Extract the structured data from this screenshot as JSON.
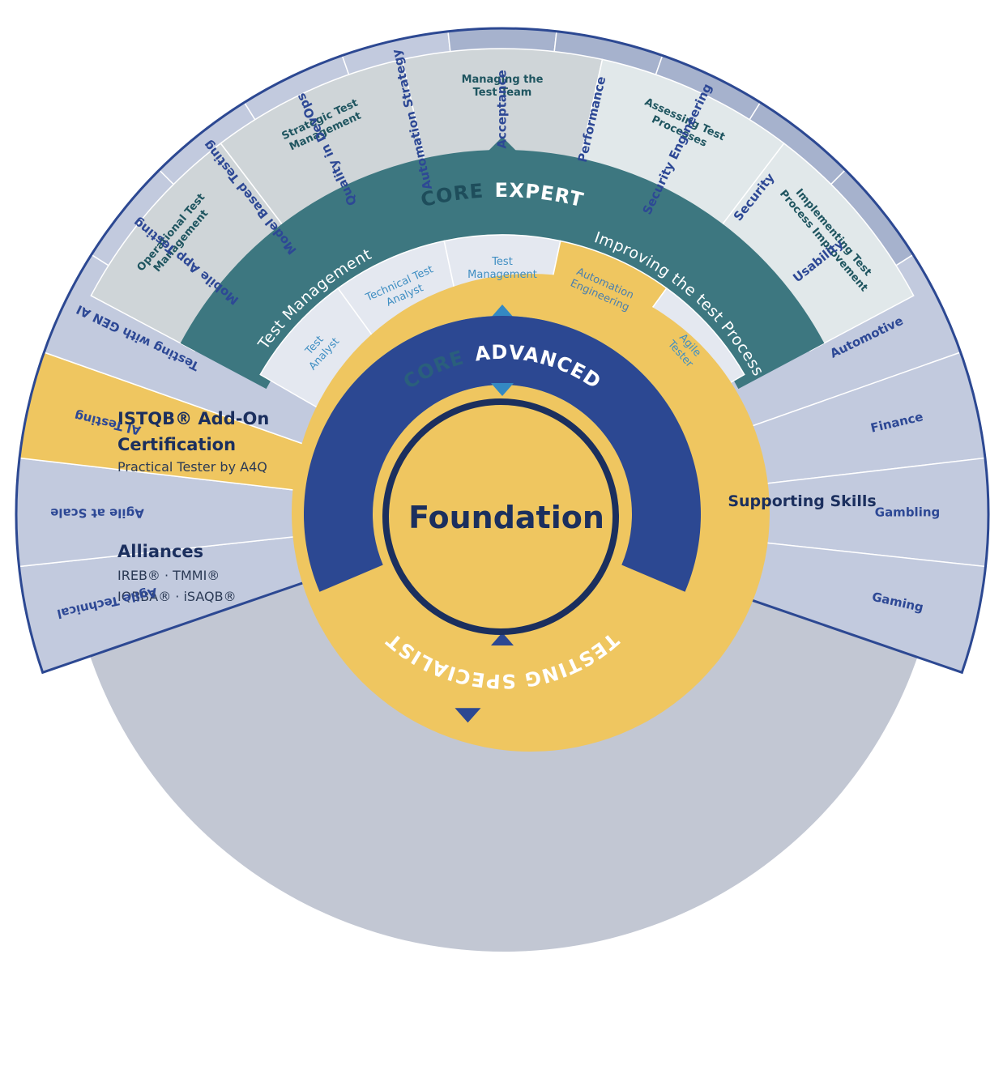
{
  "center": {
    "title": "Foundation"
  },
  "supporting": {
    "label": "Supporting Skills"
  },
  "addon": {
    "title_line1": "ISTQB® Add-On",
    "title_line2": "Certification",
    "subtitle": "Practical Tester by A4Q"
  },
  "alliances": {
    "title": "Alliances",
    "line1": "IREB® · TMMI®",
    "line2": "IQBBA® · iSAQB®"
  },
  "core_expert": {
    "ring_label_core": "CORE",
    "ring_label_main": "EXPERT",
    "band_left": "Test Management",
    "band_right": "Improving the test Process",
    "modules": [
      {
        "line1": "Operational Test",
        "line2": "Management"
      },
      {
        "line1": "Strategic Test",
        "line2": "Management"
      },
      {
        "line1": "Managing the",
        "line2": "Test Team"
      },
      {
        "line1": "Assessing Test",
        "line2": "Processes"
      },
      {
        "line1": "Implementing Test",
        "line2": "Process Improvement"
      }
    ]
  },
  "core_advanced": {
    "ring_label_core": "CORE",
    "ring_label_main": "ADVANCED",
    "modules": [
      {
        "line1": "Test",
        "line2": "Analyst",
        "highlight": false
      },
      {
        "line1": "Technical Test",
        "line2": "Analyst",
        "highlight": false
      },
      {
        "line1": "Test",
        "line2": "Management",
        "highlight": false
      },
      {
        "line1": "Automation",
        "line2": "Engineering",
        "highlight": true
      },
      {
        "line1": "Agile",
        "line2": "Tester",
        "highlight": false
      }
    ]
  },
  "testing_specialist": {
    "ring_label": "TESTING SPECIALIST",
    "modules": [
      {
        "label": "Agile Technical",
        "highlight": false
      },
      {
        "label": "Agile at Scale",
        "highlight": false
      },
      {
        "label": "AI Testing",
        "highlight": true
      },
      {
        "label": "Testing with GEN AI",
        "highlight": false
      },
      {
        "label": "Mobile App Testing",
        "highlight": false
      },
      {
        "label": "Model Based Testing",
        "highlight": false
      },
      {
        "label": "Quality in DevOps",
        "highlight": false
      },
      {
        "label": "Automation Strategy",
        "highlight": false
      },
      {
        "label": "Acceptance",
        "highlight": false
      },
      {
        "label": "Performance",
        "highlight": false
      },
      {
        "label": "Security Engineering",
        "highlight": false
      },
      {
        "label": "Security",
        "highlight": false
      },
      {
        "label": "Usability",
        "highlight": false
      },
      {
        "label": "Automotive",
        "highlight": false
      },
      {
        "label": "Finance",
        "highlight": false
      },
      {
        "label": "Gambling",
        "highlight": false
      },
      {
        "label": "Gaming",
        "highlight": false
      }
    ]
  },
  "colors": {
    "yellow": "#efc660",
    "teal": "#3d7780",
    "blue": "#3489c3",
    "navy": "#2c4892",
    "gray": "#c2c7d3",
    "expert_outer": "#cfd7da",
    "advanced_outer": "#e4e8f0",
    "specialist_light": "#c2cade",
    "specialist_dark": "#a6b2cd"
  }
}
